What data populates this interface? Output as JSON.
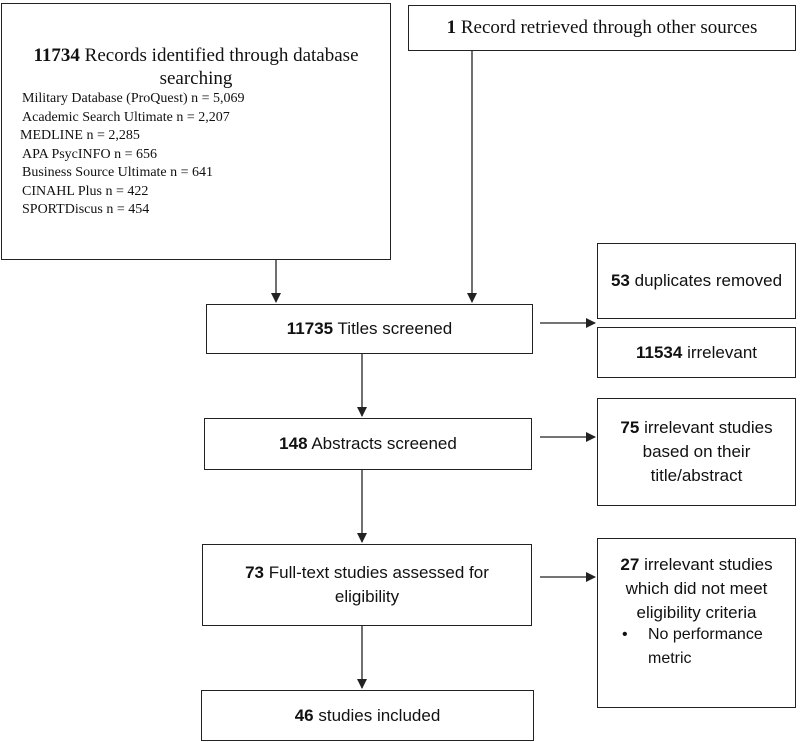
{
  "database_box": {
    "count": "11734",
    "label": "Records identified through database searching",
    "sources": [
      "Military Database (ProQuest) n = 5,069",
      "Academic Search Ultimate n = 2,207",
      "MEDLINE n = 2,285",
      "APA PsycINFO n = 656",
      "Business Source Ultimate n = 641",
      "CINAHL Plus n = 422",
      "SPORTDiscus n = 454"
    ]
  },
  "other_sources_box": {
    "count": "1",
    "label": "Record retrieved through other sources"
  },
  "titles_box": {
    "count": "11735",
    "label": "Titles screened"
  },
  "duplicates_box": {
    "count": "53",
    "label": "duplicates removed"
  },
  "irrelevant_titles_box": {
    "count": "11534",
    "label": "irrelevant"
  },
  "abstracts_box": {
    "count": "148",
    "label": "Abstracts screened"
  },
  "irrelevant_abstracts_box": {
    "count": "75",
    "label": "irrelevant studies based on their title/abstract"
  },
  "fulltext_box": {
    "count": "73",
    "label": "Full-text studies assessed for eligibility"
  },
  "irrelevant_fulltext_box": {
    "count": "27",
    "label": "irrelevant studies which did not meet eligibility criteria",
    "reasons": [
      "No performance metric"
    ]
  },
  "included_box": {
    "count": "46",
    "label": "studies included"
  }
}
